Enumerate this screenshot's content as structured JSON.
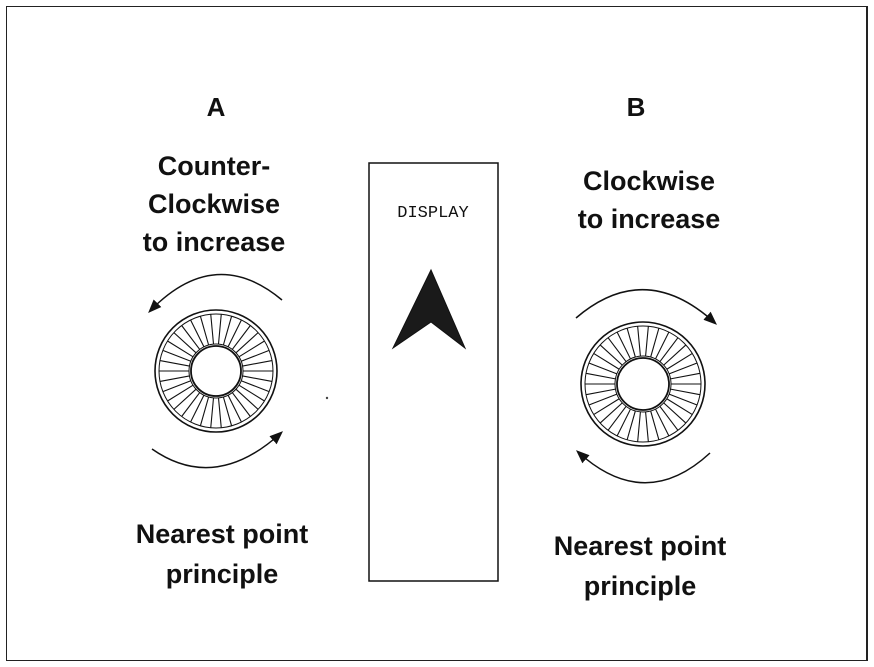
{
  "panel_a": {
    "letter": "A",
    "direction": "Counter-\nClockwise\nto increase",
    "principle": "Nearest point\nprinciple"
  },
  "panel_b": {
    "letter": "B",
    "direction": "Clockwise\nto increase",
    "principle": "Nearest point\nprinciple"
  },
  "display": {
    "label": "DISPLAY",
    "pointer_icon": "arrowhead-up-icon"
  },
  "knob_icons": [
    "ridged-knob-icon",
    "ridged-knob-icon"
  ],
  "colors": {
    "ink": "#111111",
    "background": "#ffffff"
  }
}
